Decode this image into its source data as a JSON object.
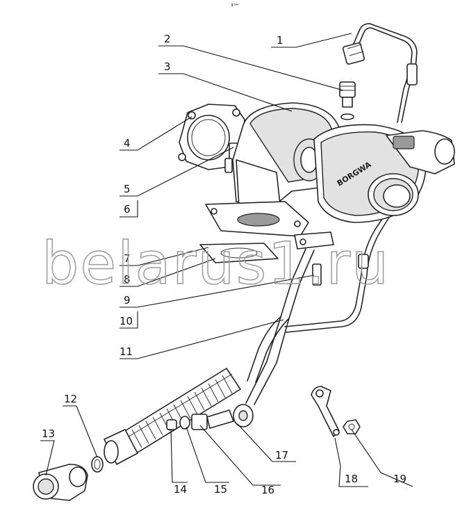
{
  "diagram": {
    "top_mark": "³™",
    "watermark": "belarus1.ru",
    "brand_text": "BORGWA",
    "callouts": [
      {
        "num": "1"
      },
      {
        "num": "2"
      },
      {
        "num": "3"
      },
      {
        "num": "4"
      },
      {
        "num": "5"
      },
      {
        "num": "6"
      },
      {
        "num": "7"
      },
      {
        "num": "8"
      },
      {
        "num": "9"
      },
      {
        "num": "10"
      },
      {
        "num": "11"
      },
      {
        "num": "12"
      },
      {
        "num": "13"
      },
      {
        "num": "14"
      },
      {
        "num": "15"
      },
      {
        "num": "16"
      },
      {
        "num": "17"
      },
      {
        "num": "18"
      },
      {
        "num": "19"
      }
    ]
  }
}
